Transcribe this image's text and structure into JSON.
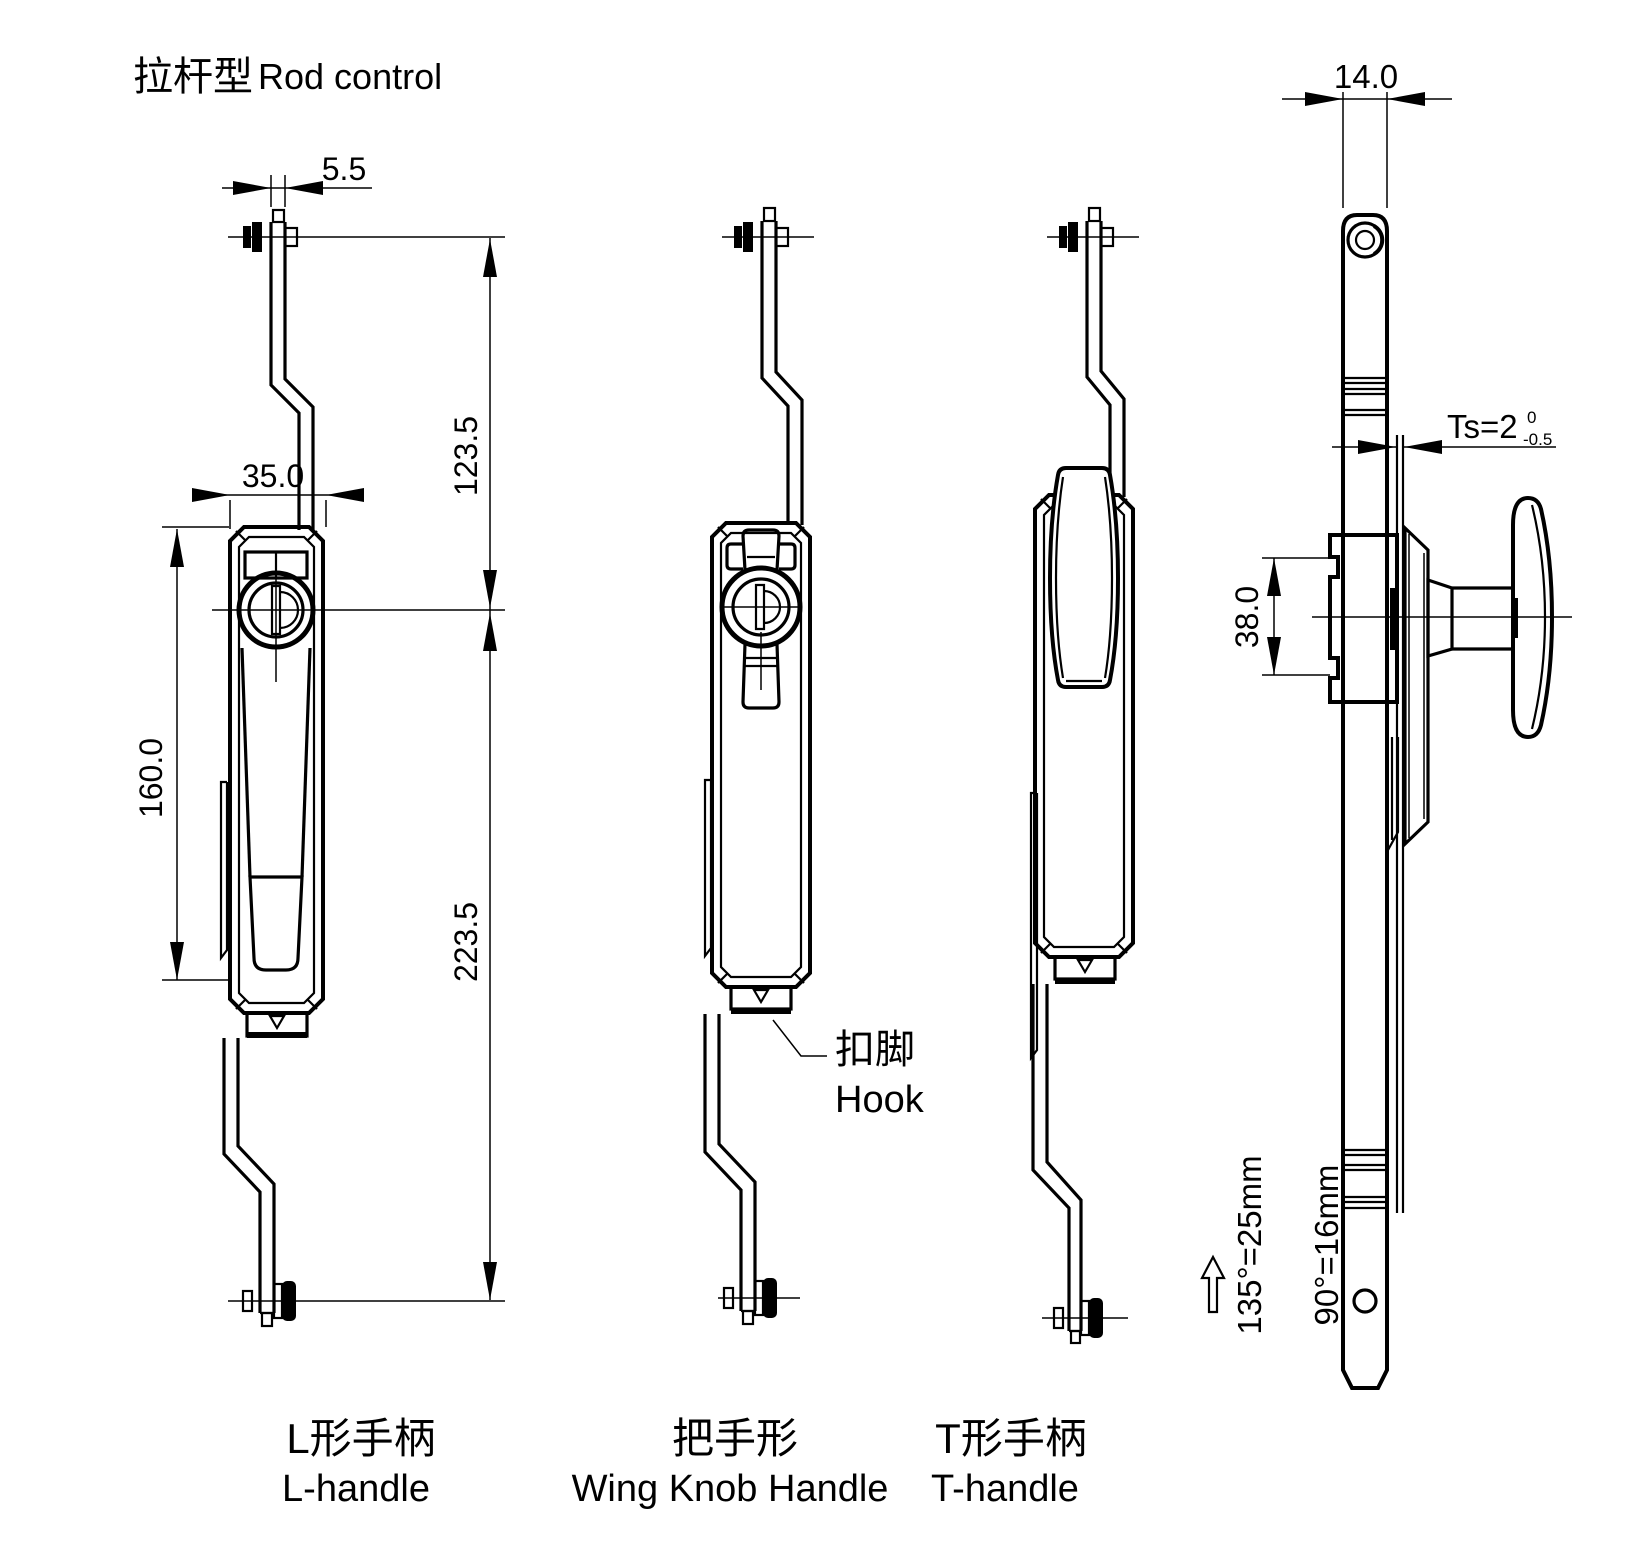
{
  "title": {
    "zh": "拉杆型",
    "en": "Rod control"
  },
  "dimensions": {
    "rod_offset": "5.5",
    "body_width": "35.0",
    "upper_rod_length": "123.5",
    "body_height": "160.0",
    "lower_rod_length": "223.5",
    "rod_face_width": "14.0",
    "cam_span": "38.0",
    "panel_thickness": "Ts=2",
    "panel_tol_upper": "0",
    "panel_tol_lower": "-0.5"
  },
  "annotations": {
    "hook_zh": "扣脚",
    "hook_en": "Hook",
    "throw_135": "135°=25mm",
    "throw_90": "90°=16mm"
  },
  "figure_labels": {
    "l_handle": {
      "zh": "L形手柄",
      "en": "L-handle"
    },
    "wing_knob": {
      "zh": "把手形",
      "en": "Wing Knob Handle"
    },
    "t_handle": {
      "zh": "T形手柄",
      "en": "T-handle"
    }
  },
  "colors": {
    "ink": "#000000",
    "background": "#ffffff"
  }
}
